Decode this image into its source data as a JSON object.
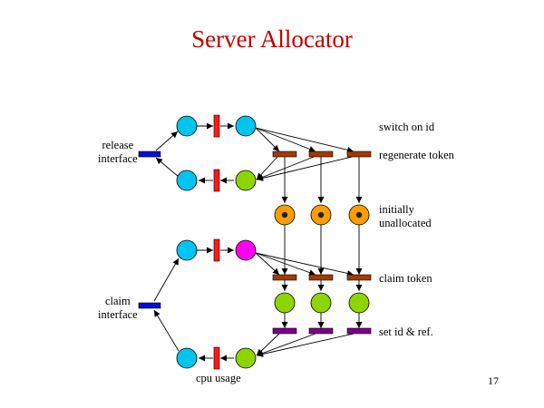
{
  "slide": {
    "title": "Server Allocator",
    "page_number": "17"
  },
  "labels": {
    "release_interface": [
      "release",
      "interface"
    ],
    "claim_interface": [
      "claim",
      "interface"
    ],
    "switch_on_id": "switch on id",
    "regenerate_token": "regenerate token",
    "initially_unallocated": [
      "initially",
      "unallocated"
    ],
    "claim_token": "claim token",
    "set_id_ref": "set id & ref.",
    "cpu_usage": "cpu usage"
  },
  "colors": {
    "title": "#c00000",
    "place_cyan": "#00c4f0",
    "place_orange": "#ff9d00",
    "place_green": "#8ed400",
    "place_magenta": "#ff00ee",
    "transition_red": "#ff1a1a",
    "transition_blue": "#0010d8",
    "transition_brown": "#a33a00",
    "transition_purple": "#7a0088",
    "token": "#222222"
  }
}
